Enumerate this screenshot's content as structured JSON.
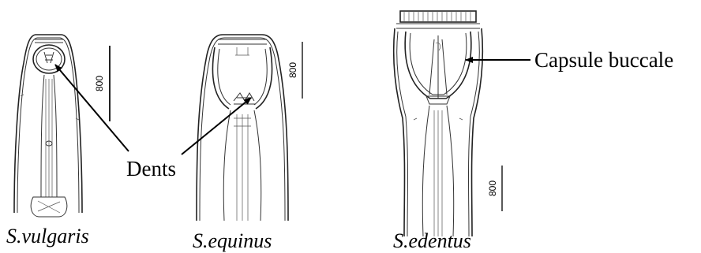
{
  "species": {
    "vulgaris": "S.vulgaris",
    "equinus": "S.equinus",
    "edentus": "S.edentus"
  },
  "labels": {
    "teeth": "Dents",
    "buccal_capsule": "Capsule buccale"
  },
  "scale_bars": {
    "vulgaris": "800",
    "equinus": "800",
    "edentus": "800"
  },
  "colors": {
    "ink": "#222222",
    "background": "#ffffff"
  }
}
